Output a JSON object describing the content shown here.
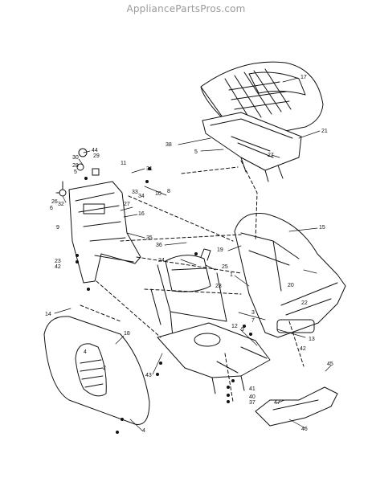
{
  "watermark": "AppliancePartsPros.com",
  "callouts": [
    {
      "id": "c17",
      "text": "17"
    },
    {
      "id": "c21",
      "text": "21"
    },
    {
      "id": "c38",
      "text": "38"
    },
    {
      "id": "c5a",
      "text": "5"
    },
    {
      "id": "c27a",
      "text": "27"
    },
    {
      "id": "c44",
      "text": "44"
    },
    {
      "id": "c30",
      "text": "30"
    },
    {
      "id": "c29",
      "text": "29"
    },
    {
      "id": "c28",
      "text": "28"
    },
    {
      "id": "c5b",
      "text": "5"
    },
    {
      "id": "c11",
      "text": "11"
    },
    {
      "id": "c31",
      "text": "31"
    },
    {
      "id": "c26",
      "text": "26"
    },
    {
      "id": "c6",
      "text": "6"
    },
    {
      "id": "c32",
      "text": "32"
    },
    {
      "id": "c33",
      "text": "33"
    },
    {
      "id": "c34",
      "text": "34"
    },
    {
      "id": "c10",
      "text": "10"
    },
    {
      "id": "c8",
      "text": "8"
    },
    {
      "id": "c27b",
      "text": "27"
    },
    {
      "id": "c16",
      "text": "16"
    },
    {
      "id": "c9a",
      "text": "9"
    },
    {
      "id": "c35",
      "text": "35"
    },
    {
      "id": "c36",
      "text": "36"
    },
    {
      "id": "c19",
      "text": "19"
    },
    {
      "id": "c15",
      "text": "15"
    },
    {
      "id": "c23a",
      "text": "23"
    },
    {
      "id": "c42a",
      "text": "42"
    },
    {
      "id": "c24",
      "text": "24"
    },
    {
      "id": "c25",
      "text": "25"
    },
    {
      "id": "c1",
      "text": "1"
    },
    {
      "id": "c23b",
      "text": "23"
    },
    {
      "id": "c20",
      "text": "20"
    },
    {
      "id": "c22",
      "text": "22"
    },
    {
      "id": "c14",
      "text": "14"
    },
    {
      "id": "c3",
      "text": "3"
    },
    {
      "id": "c7",
      "text": "7"
    },
    {
      "id": "c12",
      "text": "12"
    },
    {
      "id": "c9b",
      "text": "9"
    },
    {
      "id": "c18",
      "text": "18"
    },
    {
      "id": "c13",
      "text": "13"
    },
    {
      "id": "c42b",
      "text": "42"
    },
    {
      "id": "c4a",
      "text": "4"
    },
    {
      "id": "c2",
      "text": "2"
    },
    {
      "id": "c43",
      "text": "43"
    },
    {
      "id": "c45",
      "text": "45"
    },
    {
      "id": "c41",
      "text": "41"
    },
    {
      "id": "c40",
      "text": "40"
    },
    {
      "id": "c37",
      "text": "37"
    },
    {
      "id": "c47",
      "text": "47"
    },
    {
      "id": "c46",
      "text": "46"
    },
    {
      "id": "c4b",
      "text": "4"
    }
  ]
}
